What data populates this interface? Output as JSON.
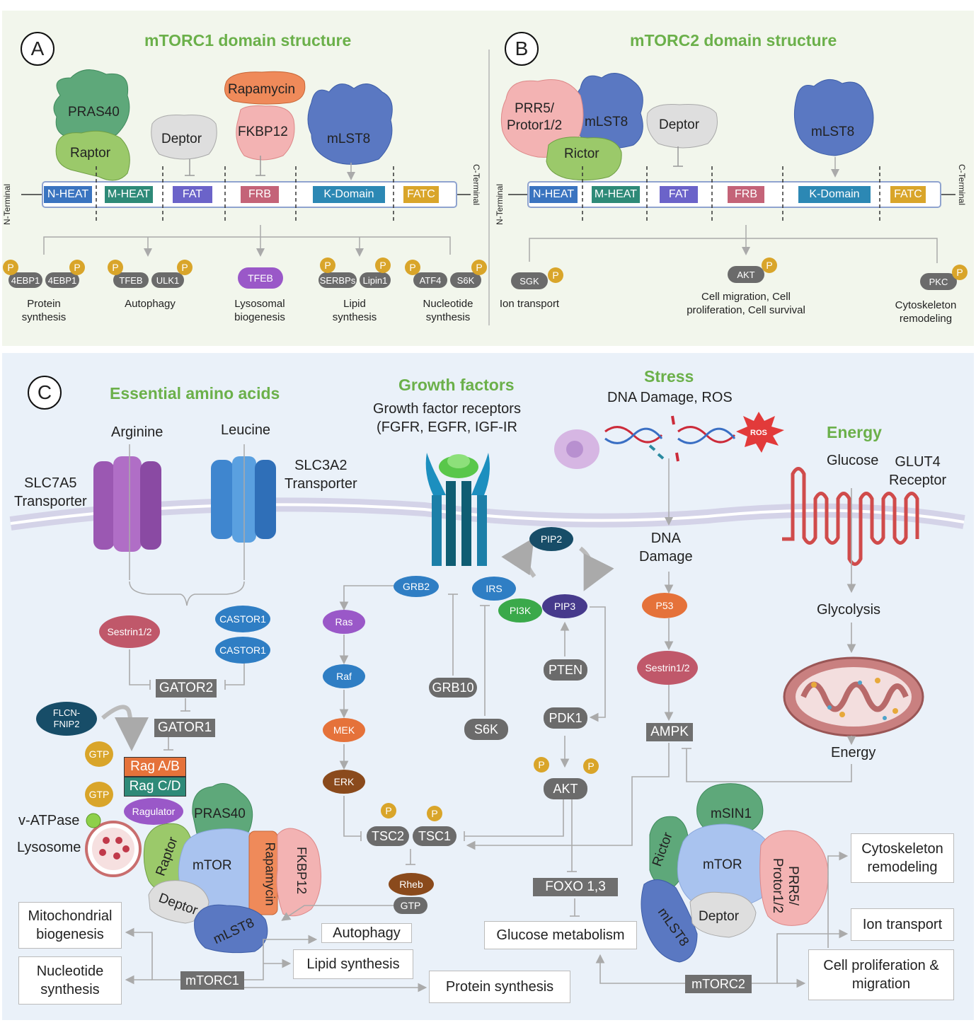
{
  "panel_a": {
    "label": "A",
    "title": "mTORC1 domain structure",
    "n_terminal": "N-Terminal",
    "c_terminal": "C-Terminal",
    "proteins": {
      "pras40": "PRAS40",
      "raptor": "Raptor",
      "deptor": "Deptor",
      "rapamycin": "Rapamycin",
      "fkbp12": "FKBP12",
      "mlst8": "mLST8"
    },
    "domains": [
      "N-HEAT",
      "M-HEAT",
      "FAT",
      "FRB",
      "K-Domain",
      "FATC"
    ],
    "substrates": [
      "4EBP1",
      "4EBP1",
      "TFEB",
      "ULK1",
      "TFEB",
      "SERBPs",
      "Lipin1",
      "ATF4",
      "S6K"
    ],
    "phospho": "P",
    "outcomes": [
      "Protein\nsynthesis",
      "Autophagy",
      "Lysosomal\nbiogenesis",
      "Lipid\nsynthesis",
      "Nucleotide\nsynthesis"
    ]
  },
  "panel_b": {
    "label": "B",
    "title": "mTORC2 domain structure",
    "n_terminal": "N-Terminal",
    "c_terminal": "C-Terminal",
    "proteins": {
      "prr5": "PRR5/\nProtor1/2",
      "mlst8_a": "mLST8",
      "rictor": "Rictor",
      "deptor": "Deptor",
      "mlst8_b": "mLST8"
    },
    "domains": [
      "N-HEAT",
      "M-HEAT",
      "FAT",
      "FRB",
      "K-Domain",
      "FATC"
    ],
    "substrates": [
      "SGK",
      "AKT",
      "PKC"
    ],
    "outcomes": [
      "Ion transport",
      "Cell migration, Cell\nproliferation, Cell survival",
      "Cytoskeleton\nremodeling"
    ]
  },
  "panel_c": {
    "label": "C",
    "sections": {
      "amino": "Essential amino acids",
      "growth": "Growth factors",
      "stress": "Stress",
      "energy": "Energy"
    },
    "texts": {
      "arginine": "Arginine",
      "leucine": "Leucine",
      "slc7a5": "SLC7A5\nTransporter",
      "slc3a2": "SLC3A2\nTransporter",
      "gf_receptors": "Growth factor receptors\n(FGFR, EGFR, IGF-IR",
      "dna_ros": "DNA Damage, ROS",
      "ros": "ROS",
      "glucose": "Glucose",
      "glut4": "GLUT4\nReceptor",
      "dna_damage": "DNA\nDamage",
      "glycolysis": "Glycolysis",
      "energy": "Energy",
      "vatpase": "v-ATPase",
      "lysosome": "Lysosome"
    },
    "nodes": {
      "sestrin_a": "Sestrin1/2",
      "castor1": "CASTOR1",
      "castor2": "CASTOR1",
      "gator2": "GATOR2",
      "gator1": "GATOR1",
      "flcn": "FLCN-\nFNIP2",
      "gtp1": "GTP",
      "gtp2": "GTP",
      "rag_ab": "Rag A/B",
      "rag_cd": "Rag C/D",
      "ragulator": "Ragulator",
      "grb2": "GRB2",
      "irs": "IRS",
      "pip2": "PIP2",
      "pip3": "PIP3",
      "pi3k": "PI3K",
      "ras": "Ras",
      "raf": "Raf",
      "mek": "MEK",
      "erk": "ERK",
      "grb10": "GRB10",
      "s6k": "S6K",
      "pten": "PTEN",
      "pdk1": "PDK1",
      "akt": "AKT",
      "p53": "P53",
      "sestrin_b": "Sestrin1/2",
      "ampk": "AMPK",
      "tsc2": "TSC2",
      "tsc1": "TSC1",
      "rheb": "Rheb",
      "gtp3": "GTP",
      "foxo": "FOXO 1,3",
      "p": "P"
    },
    "complex1": {
      "pras40": "PRAS40",
      "raptor": "Raptor",
      "mtor": "mTOR",
      "rapamycin": "Rapamycin",
      "fkbp12": "FKBP12",
      "deptor": "Deptor",
      "mlst8": "mLST8"
    },
    "complex2": {
      "msin1": "mSIN1",
      "rictor": "Rictor",
      "mtor": "mTOR",
      "prr5": "PRR5/\nProtor1/2",
      "deptor": "Deptor",
      "mlst8": "mLST8"
    },
    "outputs": {
      "mito": "Mitochondrial\nbiogenesis",
      "nucleotide": "Nucleotide\nsynthesis",
      "mtorc1": "mTORC1",
      "autophagy": "Autophagy",
      "lipid": "Lipid synthesis",
      "protein": "Protein synthesis",
      "glucose_met": "Glucose metabolism",
      "mtorc2": "mTORC2",
      "cytoskeleton": "Cytoskeleton\nremodeling",
      "ion": "Ion transport",
      "prolif": "Cell proliferation &\nmigration"
    }
  },
  "colors": {
    "title_green": "#6bb04a",
    "n_heat": "#3a74c0",
    "m_heat": "#2e8a78",
    "fat": "#6b63c9",
    "frb": "#c46378",
    "k_domain": "#2c88b4",
    "fatc": "#d9a52a",
    "phospho": "#d9a52a"
  }
}
